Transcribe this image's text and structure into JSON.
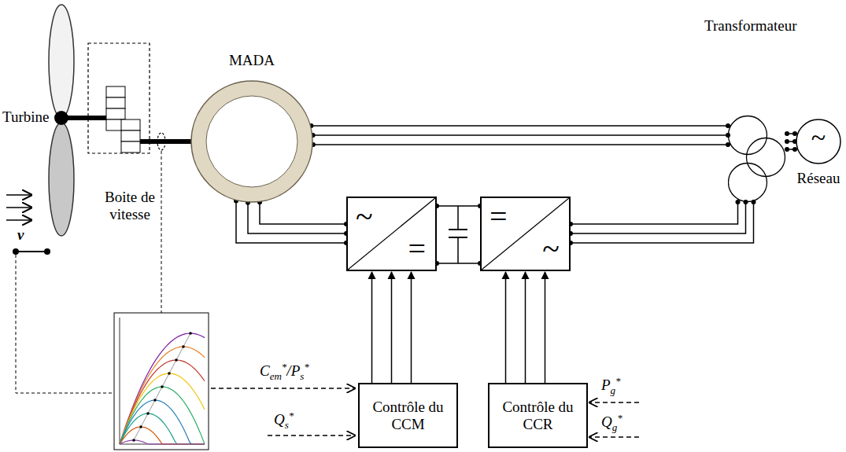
{
  "diagram": {
    "nodes": [
      {
        "text": [
          "MADA"
        ]
      },
      {
        "text": [
          "Transformateur"
        ]
      },
      {
        "text": [
          "~",
          "Réseau"
        ]
      },
      {
        "text": [
          "~",
          "="
        ]
      },
      {
        "text": [
          "=",
          "~"
        ]
      },
      {
        "text": [
          "Contrôle du CCM"
        ]
      },
      {
        "text": [
          "Contrôle du CCR"
        ]
      }
    ],
    "edges": [
      {
        "from": 0,
        "to": 1,
        "arrow": "none"
      },
      {
        "from": 1,
        "to": 2,
        "arrow": "none"
      },
      {
        "from": 0,
        "to": 3,
        "arrow": "none"
      },
      {
        "from": 3,
        "to": 4,
        "arrow": "none"
      },
      {
        "from": 4,
        "to": 1,
        "arrow": "none"
      },
      {
        "from": 5,
        "to": 3,
        "arrow": "to"
      },
      {
        "from": 6,
        "to": 4,
        "arrow": "to"
      }
    ],
    "labels": [
      "Turbine",
      "Boite de vitesse",
      "v",
      "Cem*/Ps*",
      "Qs*",
      "Pg*",
      "Qg*"
    ]
  }
}
